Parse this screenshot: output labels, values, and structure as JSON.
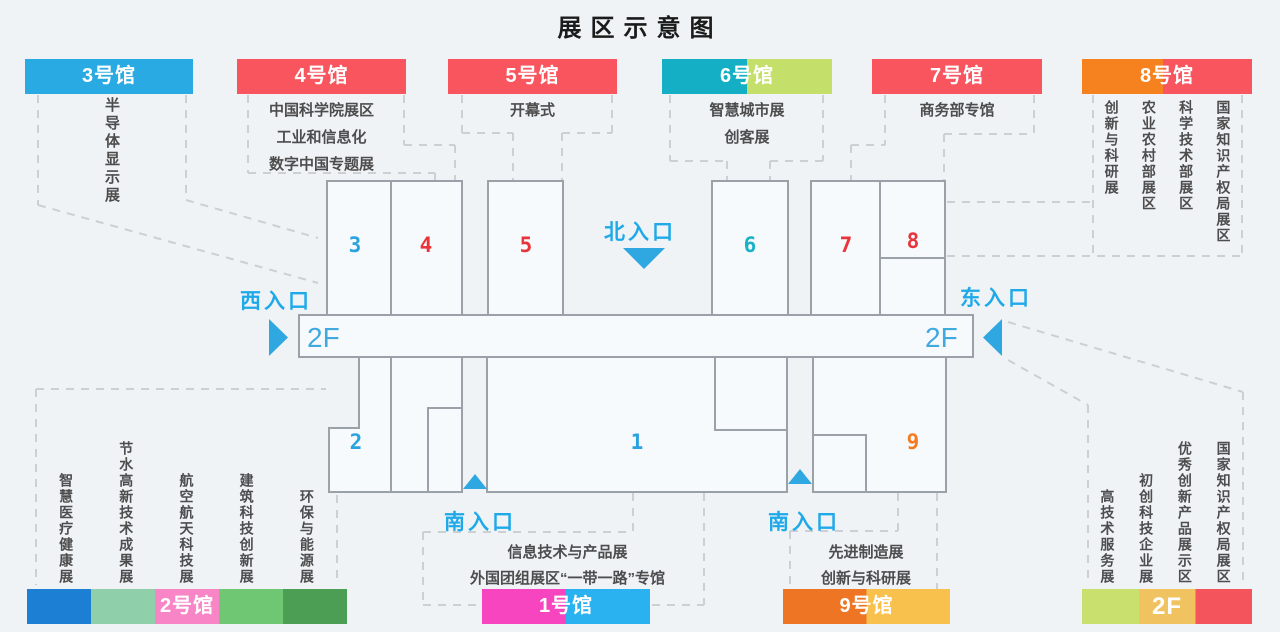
{
  "title": "展区示意图",
  "corridor": {
    "label_left": "2F",
    "label_right": "2F"
  },
  "entrances": {
    "north": "北入口",
    "west": "西入口",
    "east": "东入口",
    "south_left": "南入口",
    "south_right": "南入口"
  },
  "hall_numbers": [
    {
      "label": "1",
      "color": "#29A3E0"
    },
    {
      "label": "2",
      "color": "#29A3E0"
    },
    {
      "label": "3",
      "color": "#29A3E0"
    },
    {
      "label": "4",
      "color": "#E8353B"
    },
    {
      "label": "5",
      "color": "#E8353B"
    },
    {
      "label": "6",
      "color": "#18B2C6"
    },
    {
      "label": "7",
      "color": "#E8353B"
    },
    {
      "label": "8",
      "color": "#E8353B"
    },
    {
      "label": "9",
      "color": "#F47B20"
    }
  ],
  "top_banners": [
    {
      "label": "3号馆",
      "colors": [
        "#29AAE3"
      ],
      "exhibits": [
        "半导体显示展"
      ]
    },
    {
      "label": "4号馆",
      "colors": [
        "#F8555F"
      ],
      "exhibits": [
        "中国科学院展区",
        "工业和信息化",
        "数字中国专题展"
      ]
    },
    {
      "label": "5号馆",
      "colors": [
        "#F8555F"
      ],
      "exhibits": [
        "开幕式"
      ]
    },
    {
      "label": "6号馆",
      "colors": [
        "#14AFC4",
        "#C4DF6A"
      ],
      "exhibits": [
        "智慧城市展",
        "创客展"
      ]
    },
    {
      "label": "7号馆",
      "colors": [
        "#F8555F"
      ],
      "exhibits": [
        "商务部专馆"
      ]
    },
    {
      "label": "8号馆",
      "colors": [
        "#F5821F",
        "#F8555F"
      ],
      "exhibits": [
        "创新与科研展",
        "农业农村部展区",
        "科学技术部展区",
        "国家知识产权局展区"
      ]
    }
  ],
  "bottom_banners": [
    {
      "label": "2号馆",
      "colors": [
        "#1D7FD4",
        "#8FD0AA",
        "#F886C6",
        "#6FC773",
        "#4C9E55"
      ],
      "exhibits": [
        "智慧医疗健康展",
        "节水高新技术成果展",
        "航空航天科技展",
        "建筑科技创新展",
        "环保与能源展"
      ]
    },
    {
      "label": "1号馆",
      "colors": [
        "#F645BE",
        "#29B2EF"
      ],
      "exhibits": [
        "信息技术与产品展",
        "外国团组展区“一带一路”专馆"
      ]
    },
    {
      "label": "9号馆",
      "colors": [
        "#EE7523",
        "#F8C04C"
      ],
      "exhibits": [
        "先进制造展",
        "创新与科研展"
      ]
    },
    {
      "label": "2F",
      "colors": [
        "#C9E06E",
        "#F0C360",
        "#F4555C"
      ],
      "exhibits": [
        "高技术服务展",
        "初创科技企业展",
        "优秀创新产品展示区",
        "国家知识产权局展区"
      ]
    }
  ]
}
